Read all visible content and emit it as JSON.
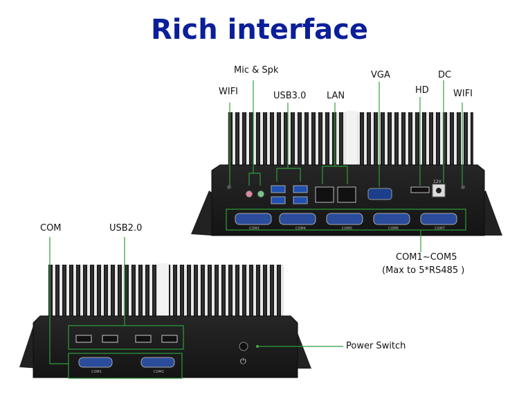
{
  "title": "Rich interface",
  "labels": {
    "mic_spk": "Mic & Spk",
    "wifi_left": "WIFI",
    "usb30": "USB3.0",
    "lan": "LAN",
    "vga": "VGA",
    "hd": "HD",
    "dc": "DC",
    "wifi_right": "WIFI",
    "com": "COM",
    "usb20": "USB2.0",
    "com1_com5": "COM1~COM5",
    "max_rs485": "(Max to 5*RS485 )",
    "power_switch": "Power Switch"
  },
  "port_labels": {
    "com2": "COM2",
    "com4": "COM4",
    "com5": "COM5",
    "com6": "COM6",
    "com7": "COM7",
    "com1": "COM1",
    "com2_front": "COM2",
    "dc_voltage": "12V"
  },
  "colors": {
    "title": "#0b1f9a",
    "callout_line": "#2e9e3a",
    "chassis": "#1b1b1b"
  }
}
